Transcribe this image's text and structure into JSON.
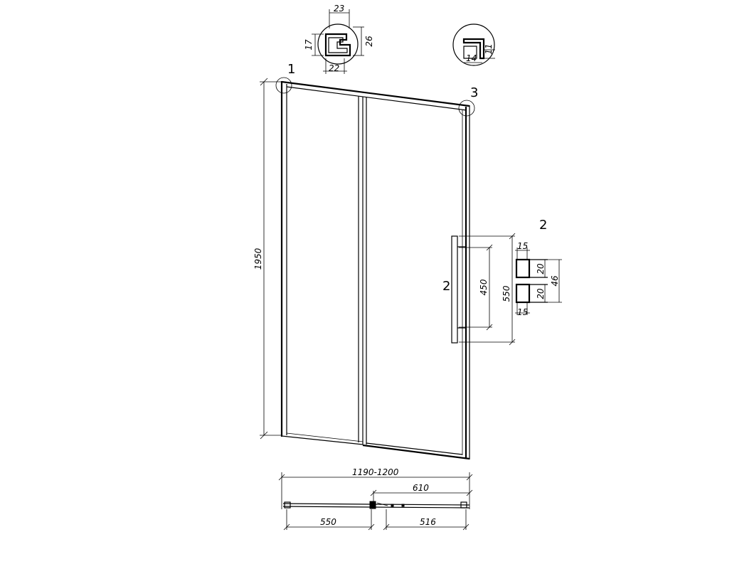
{
  "callouts": {
    "detail_1": "1",
    "detail_2_top": "2",
    "detail_2_side": "2",
    "detail_3": "3"
  },
  "dimensions": {
    "height": "1950",
    "total_width": "1190-1200",
    "opening_width": "610",
    "fixed_panel_width": "550",
    "sliding_panel_width": "516",
    "handle_length": "550",
    "handle_mount_spacing": "450"
  },
  "profile_1": {
    "width_top": "23",
    "height_right": "26",
    "height_left": "17",
    "width_bottom": "22"
  },
  "profile_3": {
    "height": "11",
    "width": "14"
  },
  "handle_detail": {
    "top_width": "15",
    "top_height": "20",
    "total_height": "46",
    "bottom_height": "20",
    "bottom_width": "15"
  }
}
